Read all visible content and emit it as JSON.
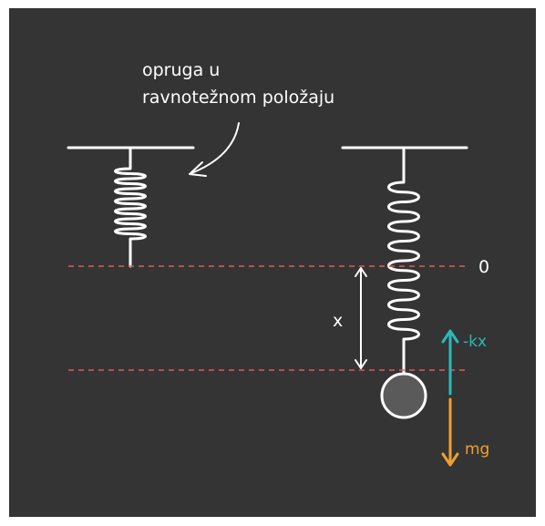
{
  "annotation": {
    "line1": "opruga u",
    "line2": "ravnotežnom položaju"
  },
  "labels": {
    "origin": "0",
    "displacement": "x",
    "spring_force": "-kx",
    "gravity": "mg"
  },
  "colors": {
    "background": "#343434",
    "frame": "#ffffff",
    "chalk": "#ffffff",
    "dashed_line": "#e05a5a",
    "spring_force": "#2bb8b8",
    "gravity": "#f0a030",
    "mass_fill": "#5a5a5a"
  }
}
